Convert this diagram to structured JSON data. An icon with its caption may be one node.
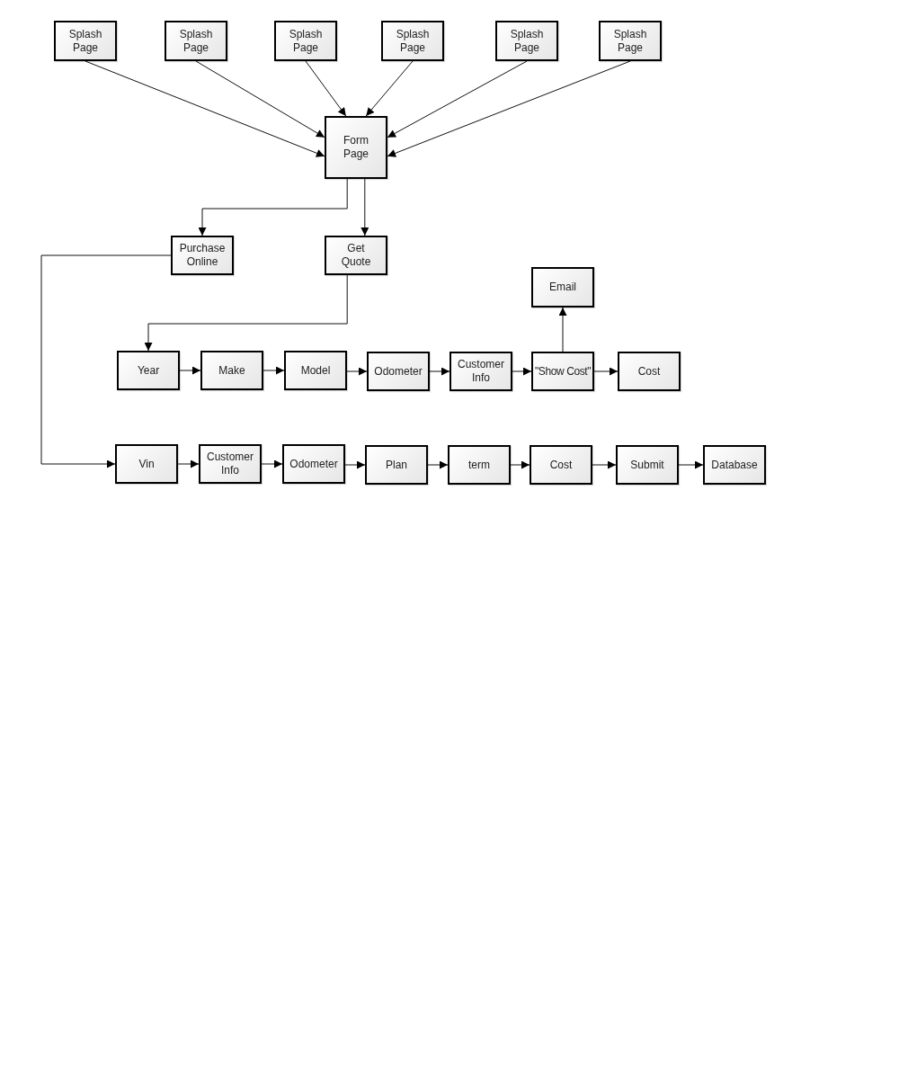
{
  "diagram": {
    "nodes": [
      {
        "text": [
          "Splash Page"
        ]
      },
      {
        "text": [
          "Splash Page"
        ]
      },
      {
        "text": [
          "Splash Page"
        ]
      },
      {
        "text": [
          "Splash Page"
        ]
      },
      {
        "text": [
          "Splash Page"
        ]
      },
      {
        "text": [
          "Splash Page"
        ]
      },
      {
        "text": [
          "Form Page"
        ]
      },
      {
        "text": [
          "Purchase Online"
        ]
      },
      {
        "text": [
          "Get Quote"
        ]
      },
      {
        "text": [
          "Email"
        ]
      },
      {
        "text": [
          "Year"
        ]
      },
      {
        "text": [
          "Make"
        ]
      },
      {
        "text": [
          "Model"
        ]
      },
      {
        "text": [
          "Odometer"
        ]
      },
      {
        "text": [
          "Customer Info"
        ]
      },
      {
        "text": [
          "\"Show Cost\""
        ]
      },
      {
        "text": [
          "Cost"
        ]
      },
      {
        "text": [
          "Vin"
        ]
      },
      {
        "text": [
          "Customer Info"
        ]
      },
      {
        "text": [
          "Odometer"
        ]
      },
      {
        "text": [
          "Plan"
        ]
      },
      {
        "text": [
          "term"
        ]
      },
      {
        "text": [
          "Cost"
        ]
      },
      {
        "text": [
          "Submit"
        ]
      },
      {
        "text": [
          "Database"
        ]
      }
    ],
    "edges": [
      {
        "from": 0,
        "to": 6,
        "arrow": "to"
      },
      {
        "from": 1,
        "to": 6,
        "arrow": "to"
      },
      {
        "from": 2,
        "to": 6,
        "arrow": "to"
      },
      {
        "from": 3,
        "to": 6,
        "arrow": "to"
      },
      {
        "from": 4,
        "to": 6,
        "arrow": "to"
      },
      {
        "from": 5,
        "to": 6,
        "arrow": "to"
      },
      {
        "from": 6,
        "to": 7,
        "arrow": "to"
      },
      {
        "from": 6,
        "to": 8,
        "arrow": "to"
      },
      {
        "from": 8,
        "to": 10,
        "arrow": "to"
      },
      {
        "from": 7,
        "to": 17,
        "arrow": "to"
      },
      {
        "from": 10,
        "to": 11,
        "arrow": "to"
      },
      {
        "from": 11,
        "to": 12,
        "arrow": "to"
      },
      {
        "from": 12,
        "to": 13,
        "arrow": "to"
      },
      {
        "from": 13,
        "to": 14,
        "arrow": "to"
      },
      {
        "from": 14,
        "to": 15,
        "arrow": "to"
      },
      {
        "from": 15,
        "to": 16,
        "arrow": "to"
      },
      {
        "from": 15,
        "to": 9,
        "arrow": "to"
      },
      {
        "from": 17,
        "to": 18,
        "arrow": "to"
      },
      {
        "from": 18,
        "to": 19,
        "arrow": "to"
      },
      {
        "from": 19,
        "to": 20,
        "arrow": "to"
      },
      {
        "from": 20,
        "to": 21,
        "arrow": "to"
      },
      {
        "from": 21,
        "to": 22,
        "arrow": "to"
      },
      {
        "from": 22,
        "to": 23,
        "arrow": "to"
      },
      {
        "from": 23,
        "to": 24,
        "arrow": "to"
      }
    ]
  }
}
